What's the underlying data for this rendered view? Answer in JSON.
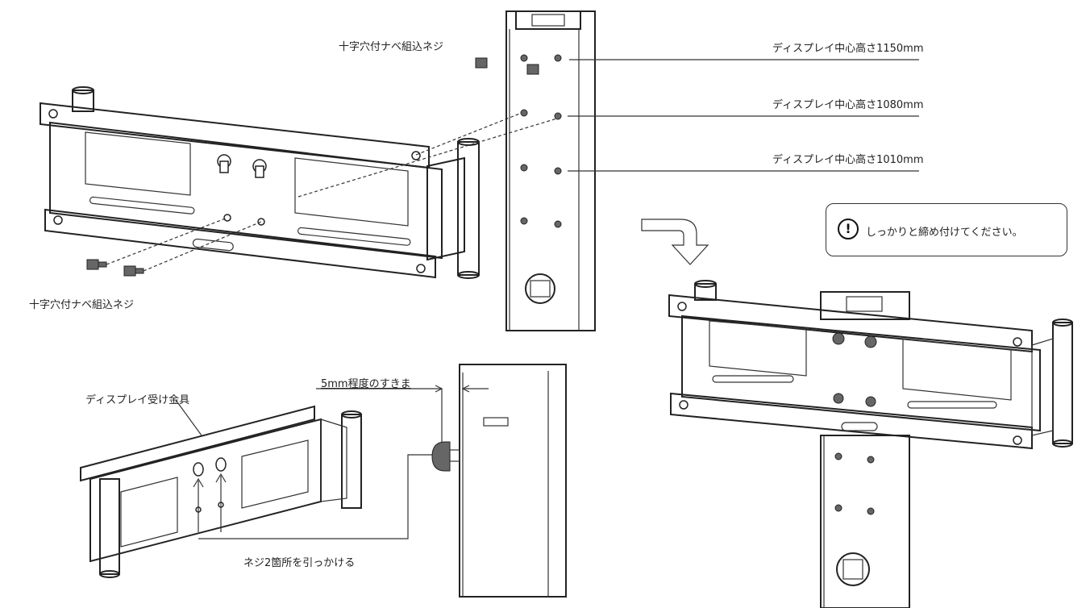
{
  "labels": {
    "screw_top": "十字穴付ナベ組込ネジ",
    "screw_bottom": "十字穴付ナベ組込ネジ",
    "height_1150": "ディスプレイ中心高さ1150mm",
    "height_1080": "ディスプレイ中心高さ1080mm",
    "height_1010": "ディスプレイ中心高さ1010mm",
    "bracket": "ディスプレイ受け金具",
    "gap": "5mm程度のすきま",
    "hook": "ネジ2箇所を引っかける"
  },
  "notice": {
    "icon": "exclamation-icon",
    "text": "しっかりと締め付けてください。"
  },
  "colors": {
    "line": "#222222",
    "bolt": "#666666",
    "background": "#ffffff"
  }
}
